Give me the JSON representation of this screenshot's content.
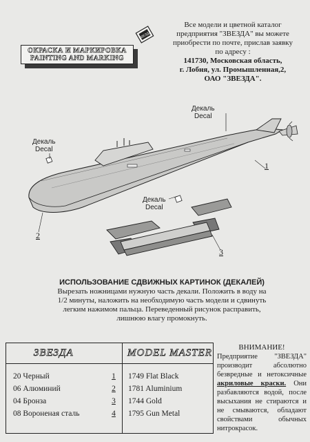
{
  "header": {
    "badge_line1": "ОКРАСКА И МАРКИРОВКА",
    "badge_line2": "PAINTING AND MARKING",
    "logo_text": "ЗВЕЗДА"
  },
  "address": {
    "line1": "Все модели и цветной каталог",
    "line2": "предприятия \"ЗВЕЗДА\" вы можете",
    "line3": "приобрести по почте, прислав заявку",
    "line4": "по адресу :",
    "line5": "141730, Московская область,",
    "line6": "г. Лобня, ул. Промышленная,2,",
    "line7": "ОАО \"ЗВЕЗДА\"."
  },
  "callouts": {
    "decal_top_ru": "Декаль",
    "decal_top_en": "Decal",
    "decal_left_ru": "Декаль",
    "decal_left_en": "Decal",
    "decal_mid_ru": "Декаль",
    "decal_mid_en": "Decal",
    "label_1": "1",
    "label_2": "2",
    "label_3": "3"
  },
  "instructions": {
    "title": "ИСПОЛЬЗОВАНИЕ СДВИЖНЫХ КАРТИНОК (ДЕКАЛЕЙ)",
    "line1": "Вырезать ножницами нужную часть декали. Положить в воду на",
    "line2": "1/2 минуты, наложить на необходимую часть модели и сдвинуть",
    "line3": "легким нажимом пальца. Переведенный рисунок расправить,",
    "line4": "лишнюю влагу промокнуть."
  },
  "table": {
    "col1_header": "ЗВЕЗДА",
    "col2_header": "MODEL MASTER",
    "rows": [
      {
        "ru": "20 Черный",
        "num": "1",
        "en": "1749 Flat Black"
      },
      {
        "ru": "06 Алюминий",
        "num": "2",
        "en": "1781 Aluminium"
      },
      {
        "ru": "04 Бронза",
        "num": "3",
        "en": "1744 Gold"
      },
      {
        "ru": "08 Вороненая сталь",
        "num": "4",
        "en": "1795 Gun Metal"
      }
    ]
  },
  "warning": {
    "title": "ВНИМАНИЕ!",
    "text_a": "Предприятие \"ЗВЕЗДА\" производит абсолютно безвредные и нетоксичные",
    "emph": "акриловые краски.",
    "text_b": "Они разбавляются водой, после высыхания не стираются и не смываются, обладают свойствами обычных нитрокрасок."
  }
}
